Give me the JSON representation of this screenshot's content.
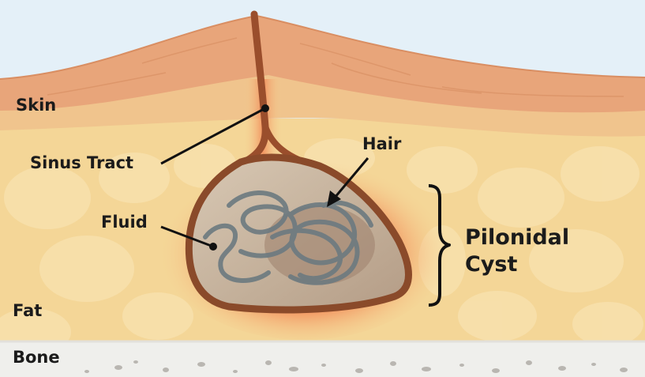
{
  "labels": {
    "skin": "Skin",
    "sinus_tract": "Sinus Tract",
    "hair": "Hair",
    "fluid": "Fluid",
    "pilonidal": "Pilonidal",
    "cyst": "Cyst",
    "fat": "Fat",
    "bone": "Bone"
  },
  "colors": {
    "sky": "#e4f0f8",
    "skin_surface": "#e8a57a",
    "dermis": "#f0cc95",
    "fat": "#f4d697",
    "fat_globule": "#f8e2b0",
    "bone": "#efefec",
    "bone_speckle": "#b9b6b1",
    "cyst_wall": "#8a4a2a",
    "cyst_fluid": "#c8b6a0",
    "hair": "#6c7a80",
    "inflammation": "#f27a4a",
    "leader_line": "#111111"
  }
}
